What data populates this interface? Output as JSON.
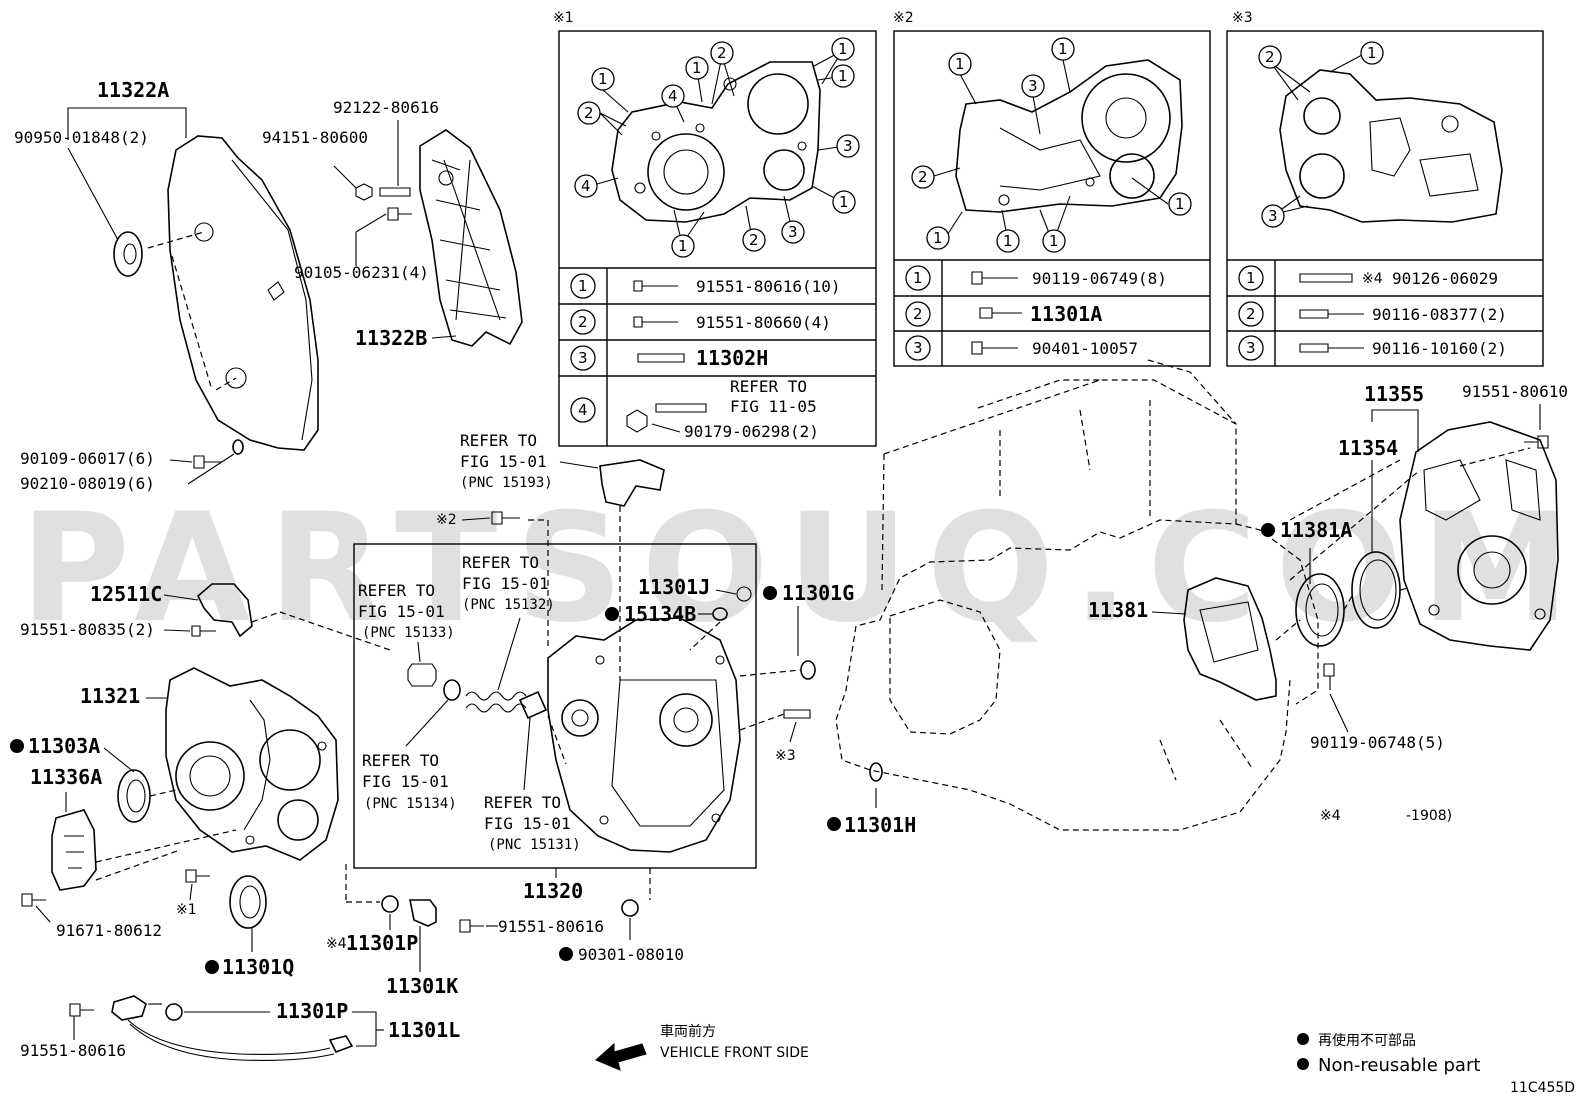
{
  "diagram_code": "11C455D",
  "watermark": "PARTSOUQ.COM",
  "legend": {
    "jp": "再使用不可部品",
    "en": "Non-reusable part"
  },
  "front_side": {
    "jp": "車両前方",
    "en": "VEHICLE FRONT SIDE"
  },
  "note4": {
    "mark": "※4",
    "range": "-1908)"
  },
  "labels": {
    "p11322A": "11322A",
    "p90950": "90950-01848(2)",
    "p94151": "94151-80600",
    "p92122": "92122-80616",
    "p90105": "90105-06231(4)",
    "p11322B": "11322B",
    "p90109": "90109-06017(6)",
    "p90210": "90210-08019(6)",
    "ref_15193_a": "REFER TO",
    "ref_15193_b": "FIG 15-01",
    "ref_15193_c": "(PNC 15193)",
    "mark2": "※2",
    "p12511C": "12511C",
    "p91551_80835": "91551-80835(2)",
    "ref_15133_a": "REFER TO",
    "ref_15133_b": "FIG 15-01",
    "ref_15133_c": "(PNC 15133)",
    "ref_15132_a": "REFER TO",
    "ref_15132_b": "FIG 15-01",
    "ref_15132_c": "(PNC 15132)",
    "p11301J": "11301J",
    "p15134B": "15134B",
    "p11301G": "11301G",
    "p11321": "11321",
    "p11303A": "11303A",
    "p11336A": "11336A",
    "ref_15134_a": "REFER TO",
    "ref_15134_b": "FIG 15-01",
    "ref_15134_c": "(PNC 15134)",
    "ref_15131_a": "REFER TO",
    "ref_15131_b": "FIG 15-01",
    "ref_15131_c": "(PNC 15131)",
    "mark3": "※3",
    "p11301H": "11301H",
    "p91671": "91671-80612",
    "mark1": "※1",
    "p11320": "11320",
    "p11301Q": "11301Q",
    "mark4": "※4",
    "p11301P_a": "11301P",
    "p11301K": "11301K",
    "p91551_80616_a": "91551-80616",
    "p90301": "90301-08010",
    "p91551_80616_b": "91551-80616",
    "p11301P_b": "11301P",
    "p11301L": "11301L",
    "p11355": "11355",
    "p91551_80610": "91551-80610",
    "p11354": "11354",
    "p11381A": "11381A",
    "p11381": "11381",
    "p90119_06748": "90119-06748(5)"
  },
  "inset1": {
    "mark": "※1",
    "callouts": [
      "1",
      "2",
      "3",
      "4"
    ],
    "rows": [
      {
        "n": "1",
        "part": "91551-80616(10)"
      },
      {
        "n": "2",
        "part": "91551-80660(4)"
      },
      {
        "n": "3",
        "part": "11302H"
      },
      {
        "n": "4",
        "part": "90179-06298(2)",
        "ref_a": "REFER TO",
        "ref_b": "FIG 11-05"
      }
    ]
  },
  "inset2": {
    "mark": "※2",
    "rows": [
      {
        "n": "1",
        "part": "90119-06749(8)"
      },
      {
        "n": "2",
        "part": "11301A"
      },
      {
        "n": "3",
        "part": "90401-10057"
      }
    ]
  },
  "inset3": {
    "mark": "※3",
    "rows": [
      {
        "n": "1",
        "prefix": "※4",
        "part": "90126-06029"
      },
      {
        "n": "2",
        "part": "90116-08377(2)"
      },
      {
        "n": "3",
        "part": "90116-10160(2)"
      }
    ]
  }
}
